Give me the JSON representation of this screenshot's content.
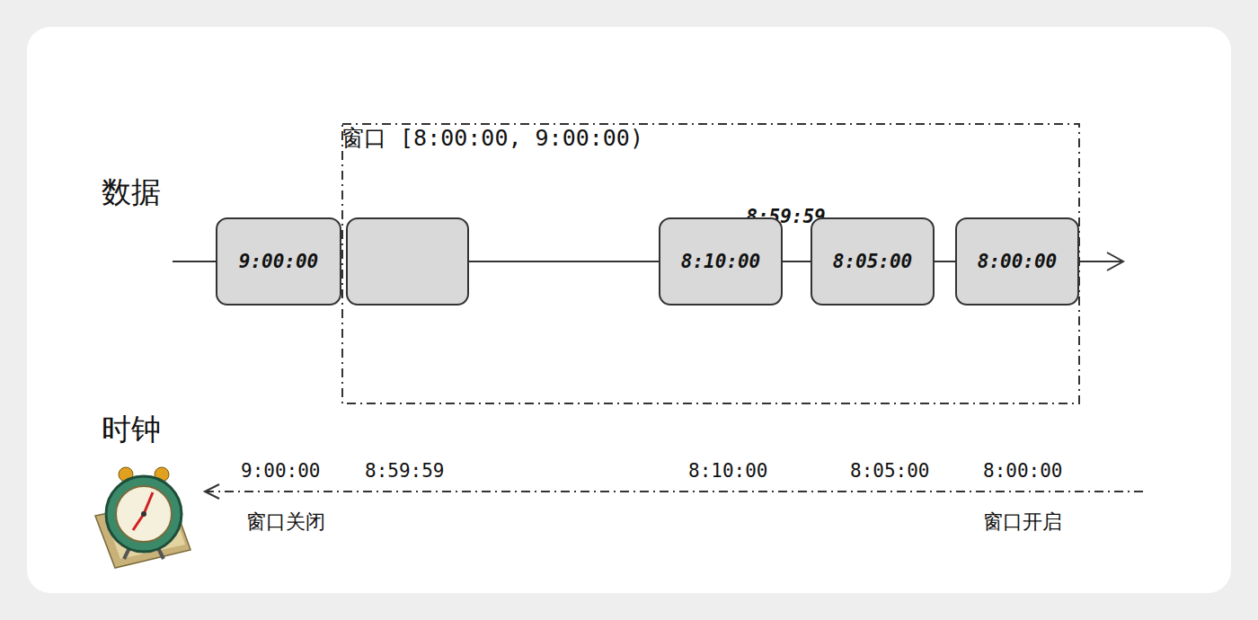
{
  "diagram": {
    "nodes": [
      {
        "text": [
          "窗口 [8:00:00, 9:00:00)"
        ]
      },
      {
        "text": [
          "9:00:00"
        ]
      },
      {
        "text": [
          "8:59:59"
        ],
        "in": 0
      },
      {
        "text": [
          "8:10:00"
        ],
        "in": 0
      },
      {
        "text": [
          "8:05:00"
        ],
        "in": 0
      },
      {
        "text": [
          "8:00:00"
        ],
        "in": 0
      }
    ],
    "edges": [
      {
        "from": 2,
        "to": 3,
        "arrow": "none"
      },
      {
        "from": 3,
        "to": 4,
        "arrow": "none"
      },
      {
        "from": 4,
        "to": 5,
        "arrow": "none"
      }
    ],
    "labels": [
      "数据",
      "时钟",
      "9:00:00",
      "8:59:59",
      "8:10:00",
      "8:05:00",
      "8:00:00",
      "窗口关闭",
      "窗口开启"
    ]
  }
}
